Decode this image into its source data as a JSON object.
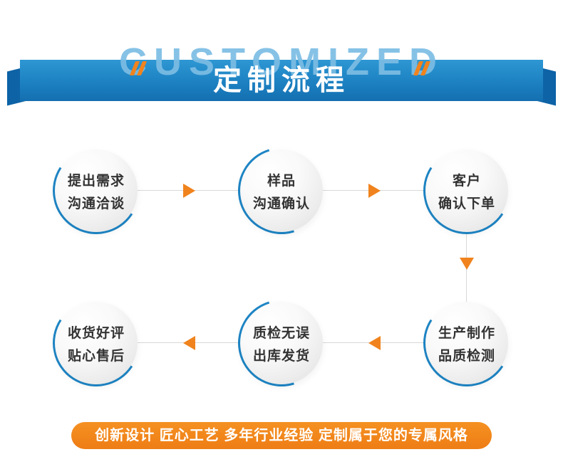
{
  "theme": {
    "blue": "#1e86c6",
    "band_dark": "#0d63a6",
    "light_blue": "#7cbde4",
    "orange": "#f0831d",
    "ink": "#333333"
  },
  "banner": {
    "watermark": "CUSTOMIZED",
    "title": "定制流程"
  },
  "steps": [
    {
      "line1": "提出需求",
      "line2": "沟通洽谈"
    },
    {
      "line1": "样品",
      "line2": "沟通确认"
    },
    {
      "line1": "客户",
      "line2": "确认下单"
    },
    {
      "line1": "生产制作",
      "line2": "品质检测"
    },
    {
      "line1": "质检无误",
      "line2": "出库发货"
    },
    {
      "line1": "收货好评",
      "line2": "贴心售后"
    }
  ],
  "footer": {
    "text": "创新设计 匠心工艺 多年行业经验 定制属于您的专属风格"
  }
}
